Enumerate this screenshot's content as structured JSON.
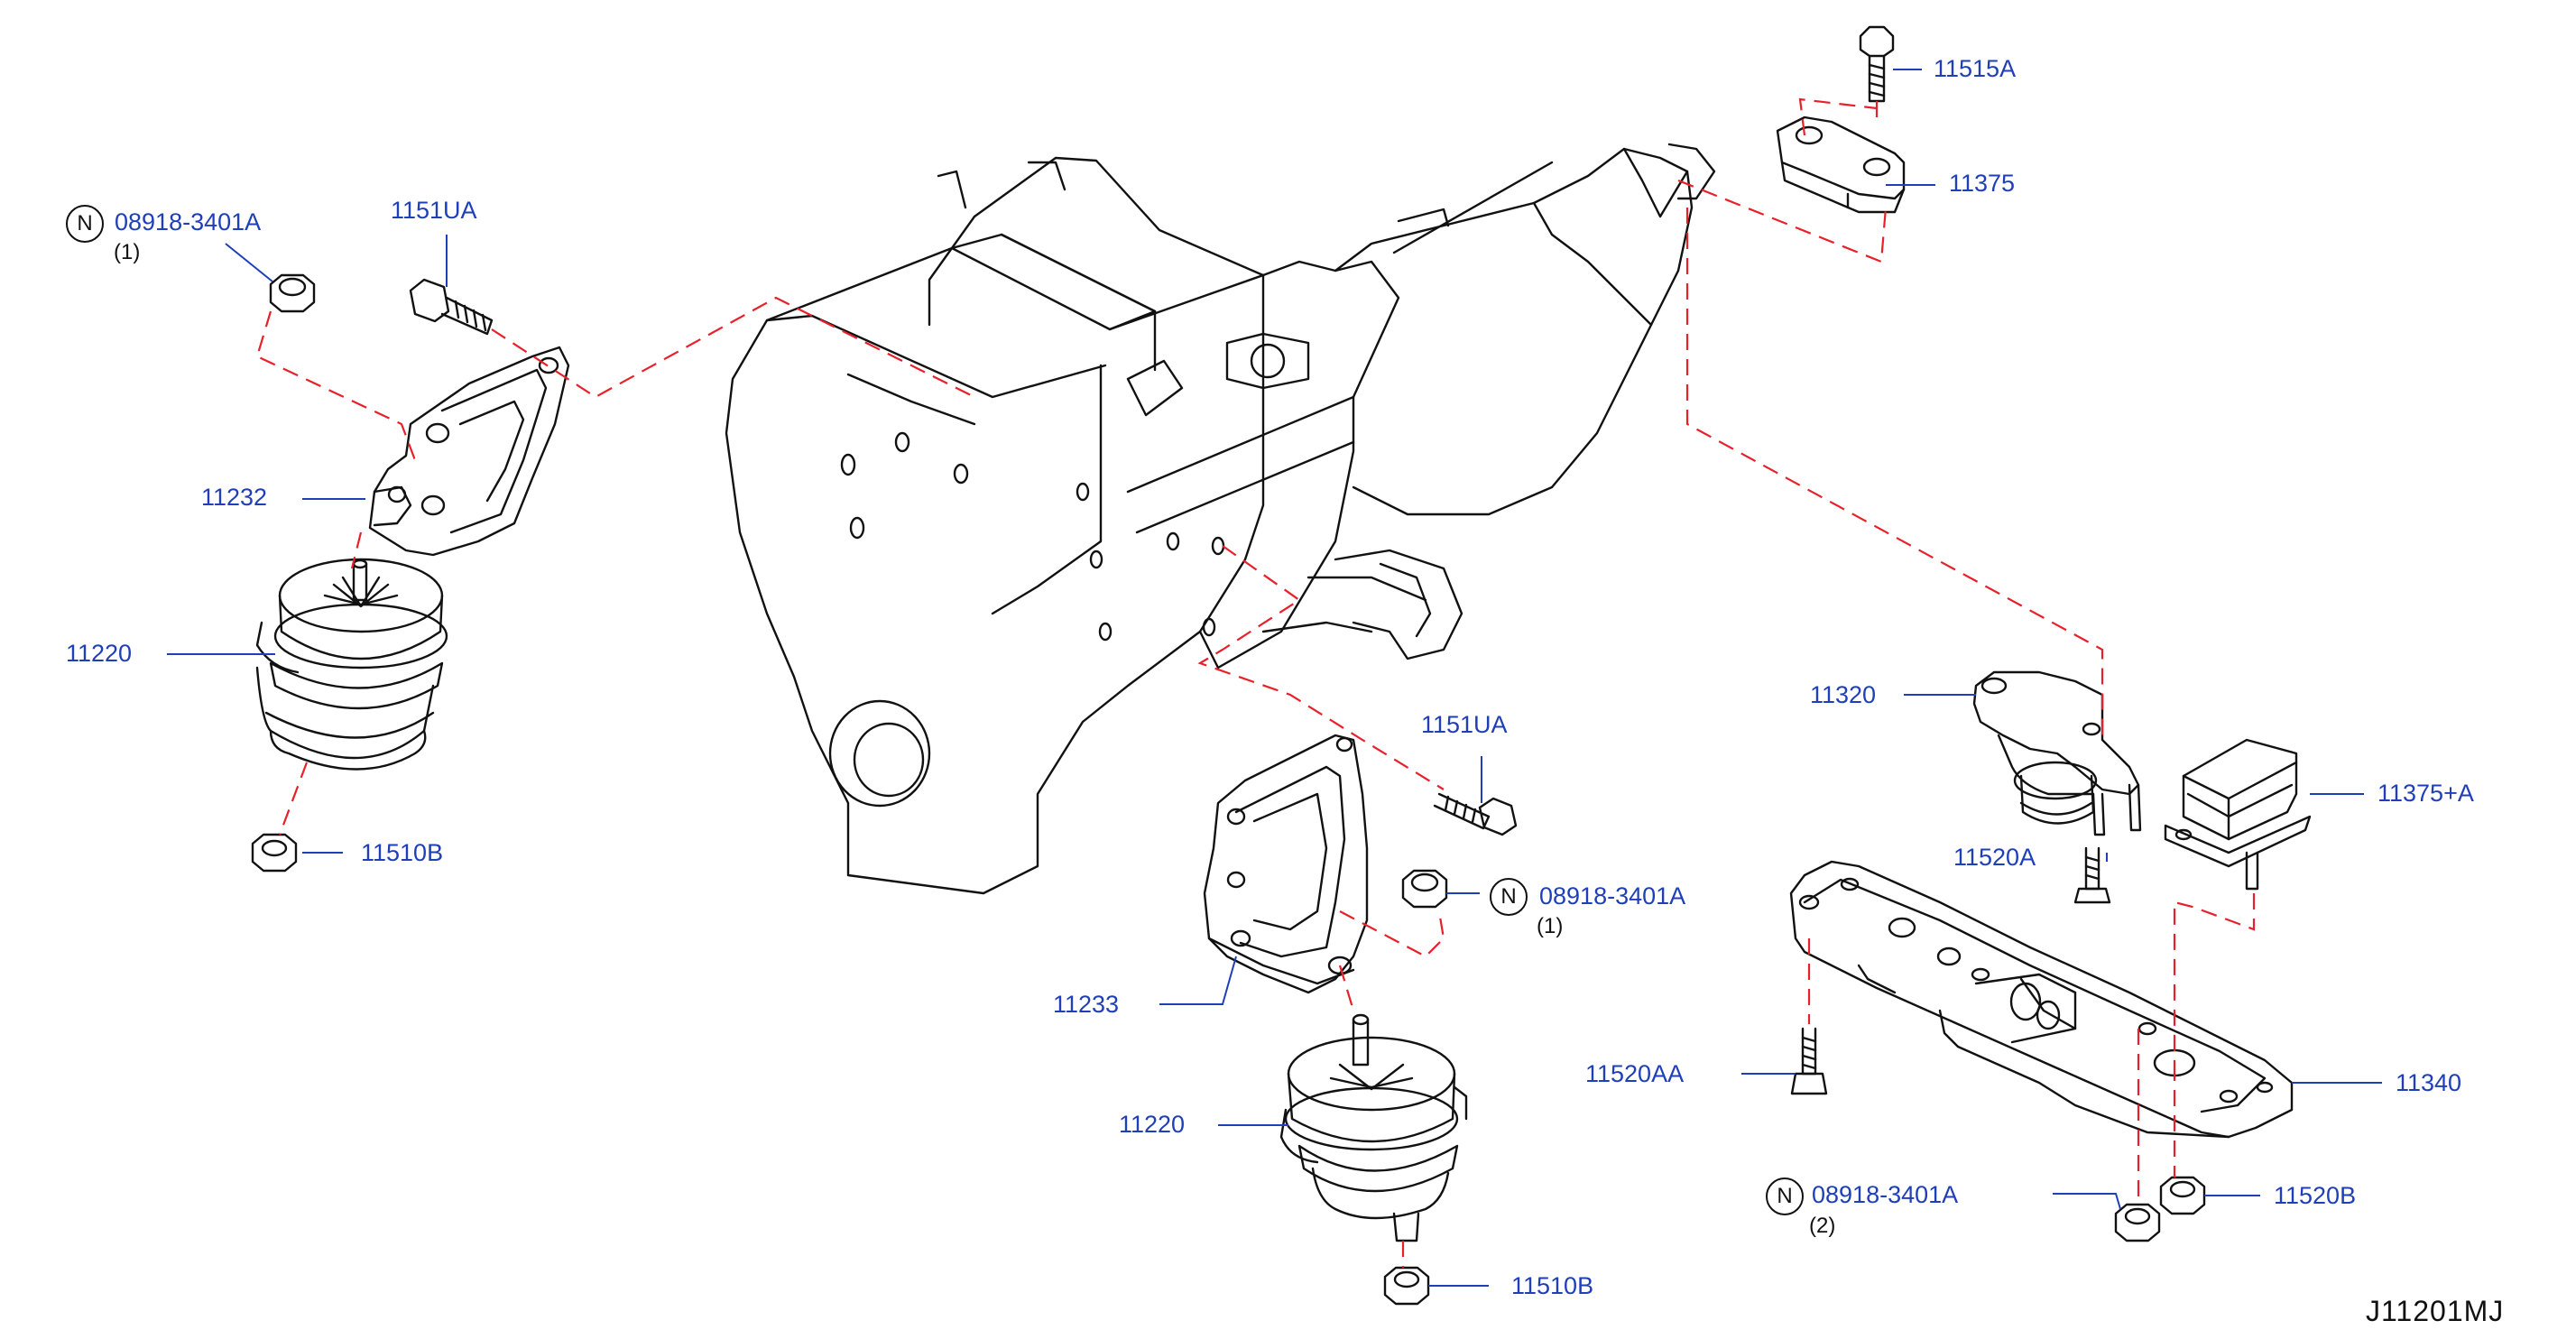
{
  "figure_code": "J11201MJ",
  "colors": {
    "ink": "#111111",
    "callout": "#1f3fb8",
    "phantom": "#e8202a"
  },
  "n_symbol": "N",
  "callouts": {
    "c_08918_tl": "08918-3401A",
    "c_qty_tl": "(1)",
    "c_1151UA_t": "1151UA",
    "c_11232": "11232",
    "c_11220_l": "11220",
    "c_11510B_l": "11510B",
    "c_11515A": "11515A",
    "c_11375": "11375",
    "c_1151UA_m": "1151UA",
    "c_08918_m": "08918-3401A",
    "c_qty_m": "(1)",
    "c_11233": "11233",
    "c_11220_m": "11220",
    "c_11510B_m": "11510B",
    "c_11320": "11320",
    "c_11375A": "11375+A",
    "c_11520A": "11520A",
    "c_11520AA": "11520AA",
    "c_11340": "11340",
    "c_08918_b": "08918-3401A",
    "c_qty_b": "(2)",
    "c_11520B": "11520B"
  }
}
